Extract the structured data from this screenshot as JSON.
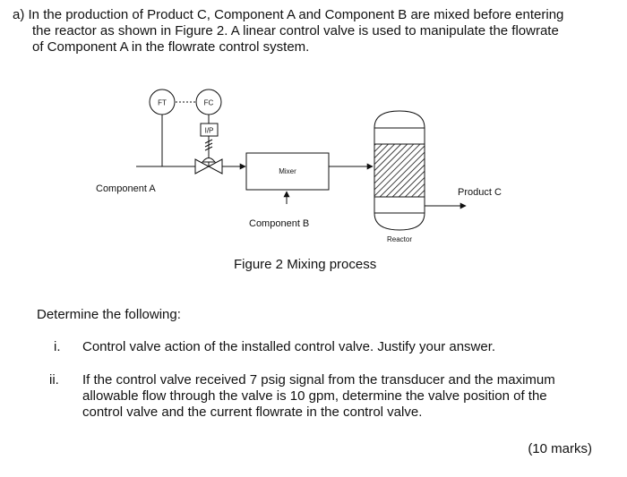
{
  "question": {
    "label": "a)",
    "intro_lines": [
      "In the production of Product C, Component A and Component B are mixed before entering",
      "the reactor as shown in Figure 2. A linear control valve is used to manipulate the flowrate",
      "of Component A in the flowrate control system."
    ]
  },
  "figure": {
    "labels": {
      "ft": "FT",
      "fc": "FC",
      "ip": "I/P",
      "mixer": "Mixer",
      "component_a": "Component A",
      "component_b": "Component B",
      "product_c": "Product C",
      "reactor": "Reactor"
    },
    "caption": "Figure 2 Mixing process"
  },
  "determine": "Determine the following:",
  "items": [
    {
      "num": "i.",
      "lines": [
        "Control valve action of the installed control valve. Justify your answer."
      ]
    },
    {
      "num": "ii.",
      "lines": [
        "If the control valve received 7 psig signal from the transducer and the maximum",
        "allowable flow through the valve is 10 gpm, determine the valve position of the",
        "control valve and the current flowrate in the control valve."
      ]
    }
  ],
  "marks": "(10 marks)"
}
